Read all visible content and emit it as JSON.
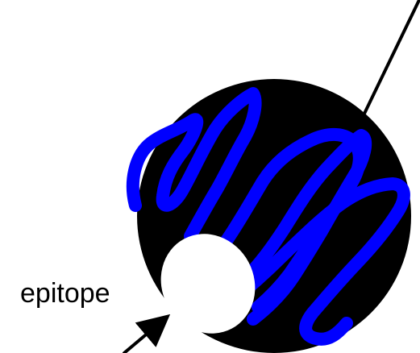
{
  "labels": {
    "epitope": "epitope"
  },
  "colors": {
    "background": "#ffffff",
    "sphere": "#000000",
    "coil": "#0000ff",
    "epitope_patch": "#ffffff",
    "lines": "#000000"
  },
  "elements": {
    "sphere": "protein-sphere",
    "coil": "blue-helix-strands",
    "patch": "white-epitope-patch",
    "axis_line": "straight-line",
    "arrow": "arrow-to-epitope"
  }
}
